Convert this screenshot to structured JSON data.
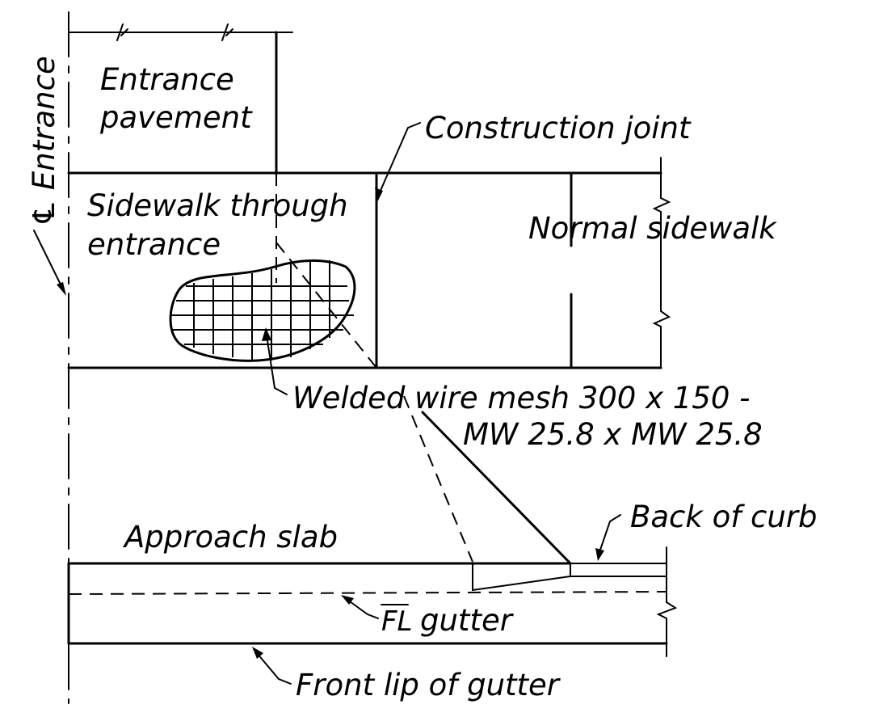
{
  "labels": {
    "centerline_entrance": "℄ Entrance",
    "entrance_pavement_1": "Entrance",
    "entrance_pavement_2": "pavement",
    "construction_joint": "Construction joint",
    "sidewalk_through_1": "Sidewalk through",
    "sidewalk_through_2": "entrance",
    "normal_sidewalk": "Normal sidewalk",
    "welded_wire_mesh_1": "Welded wire mesh 300 x 150 -",
    "welded_wire_mesh_2": "MW 25.8 x MW 25.8",
    "approach_slab": "Approach slab",
    "back_of_curb": "Back of curb",
    "fl_gutter_symbol": "FL",
    "fl_gutter": "gutter",
    "front_lip_of_gutter": "Front lip of gutter"
  },
  "colors": {
    "line": "#000000",
    "background": "#ffffff"
  }
}
